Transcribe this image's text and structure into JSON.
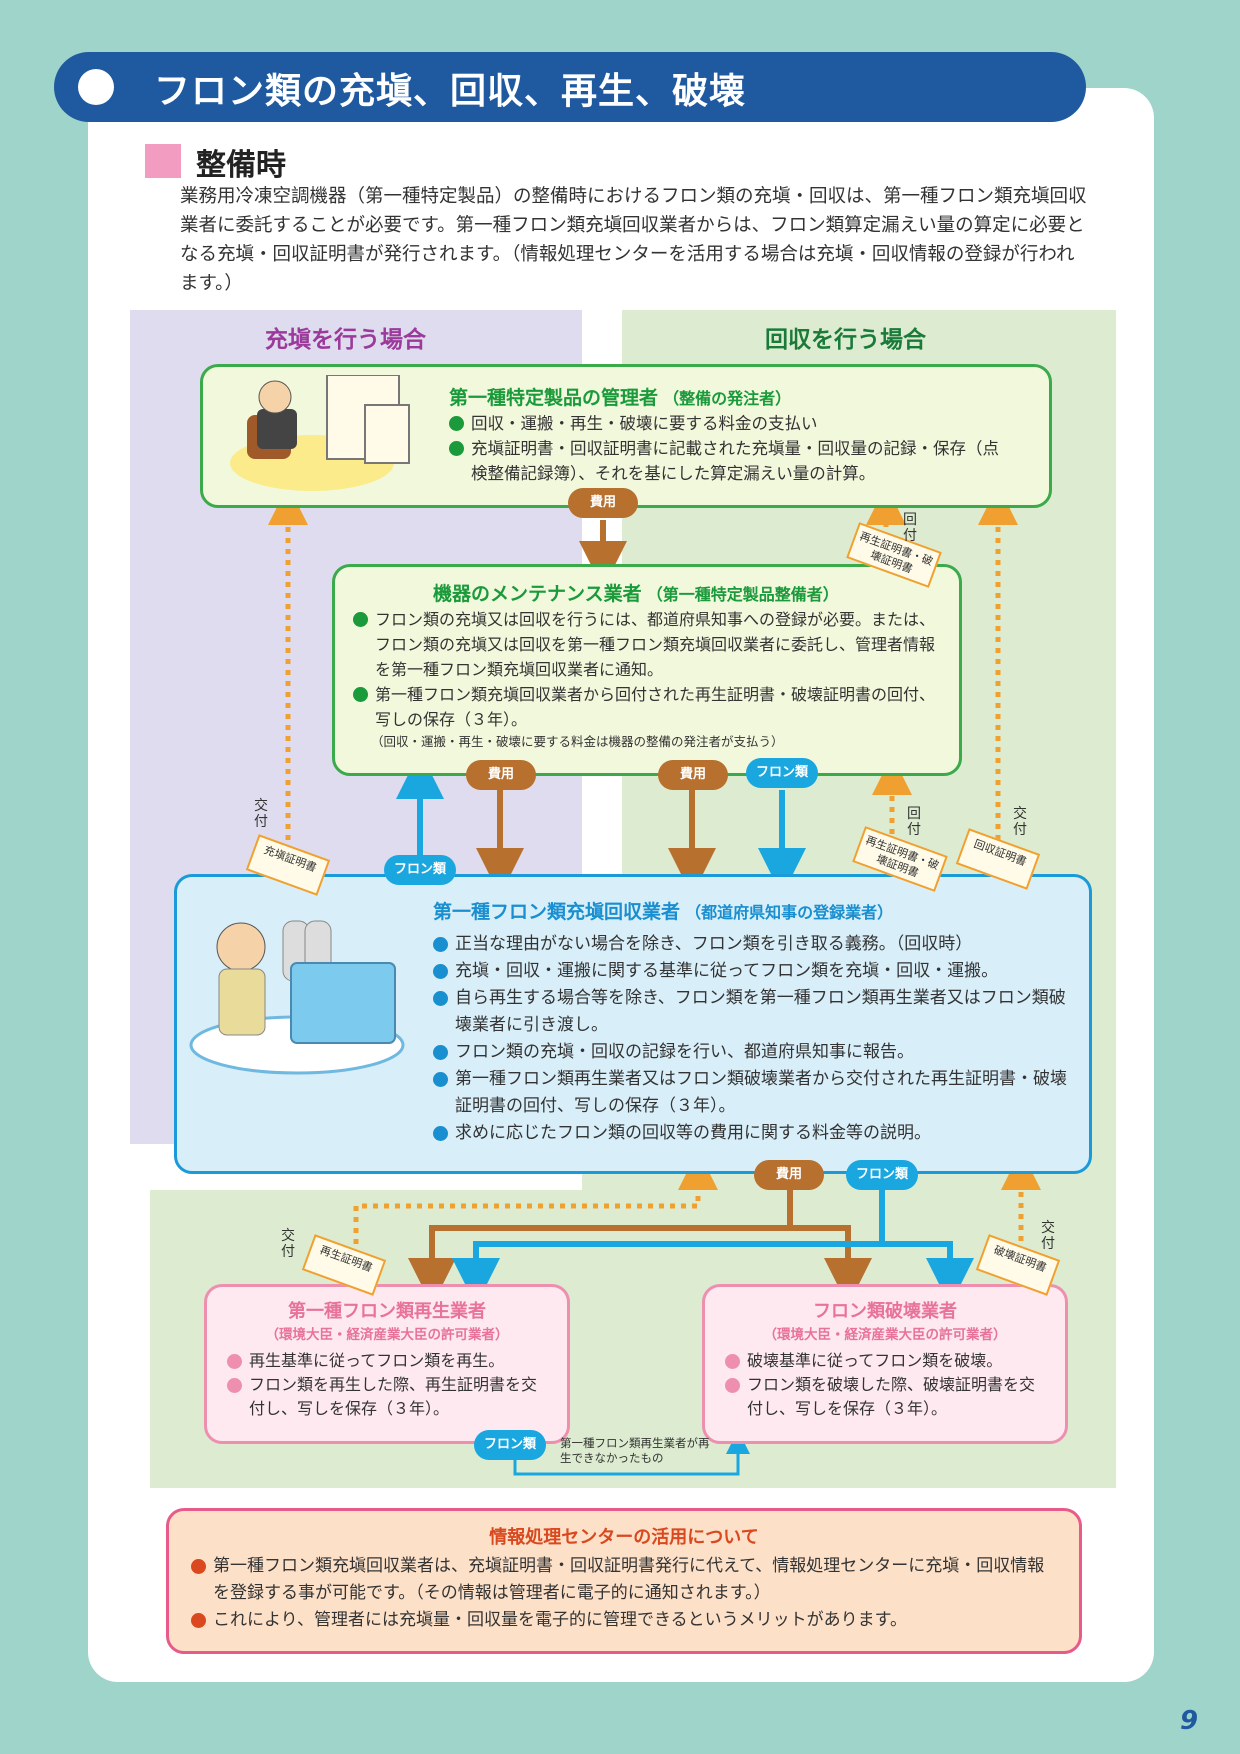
{
  "header": {
    "title": "フロン類の充塡、回収、再生、破壊"
  },
  "section": {
    "title": "整備時",
    "intro": "業務用冷凍空調機器（第一種特定製品）の整備時におけるフロン類の充塡・回収は、第一種フロン類充塡回収業者に委託することが必要です。第一種フロン類充塡回収業者からは、フロン類算定漏えい量の算定に必要となる充塡・回収証明書が発行されます。（情報処理センターを活用する場合は充塡・回収情報の登録が行われます。）"
  },
  "columns": {
    "left": "充塡を行う場合",
    "right": "回収を行う場合"
  },
  "manager": {
    "title": "第一種特定製品の管理者",
    "subtitle": "（整備の発注者）",
    "items": [
      "回収・運搬・再生・破壊に要する料金の支払い",
      "充塡証明書・回収証明書に記載された充塡量・回収量の記録・保存（点検整備記録簿）、それを基にした算定漏えい量の計算。"
    ]
  },
  "maintenance": {
    "title": "機器のメンテナンス業者",
    "subtitle": "（第一種特定製品整備者）",
    "items": [
      "フロン類の充塡又は回収を行うには、都道府県知事への登録が必要。または、フロン類の充塡又は回収を第一種フロン類充塡回収業者に委託し、管理者情報を第一種フロン類充塡回収業者に通知。",
      "第一種フロン類充塡回収業者から回付された再生証明書・破壊証明書の回付、写しの保存（３年）。"
    ],
    "note": "（回収・運搬・再生・破壊に要する料金は機器の整備の発注者が支払う）"
  },
  "recovery": {
    "title": "第一種フロン類充塡回収業者",
    "subtitle": "（都道府県知事の登録業者）",
    "items": [
      "正当な理由がない場合を除き、フロン類を引き取る義務。（回収時）",
      "充塡・回収・運搬に関する基準に従ってフロン類を充塡・回収・運搬。",
      "自ら再生する場合等を除き、フロン類を第一種フロン類再生業者又はフロン類破壊業者に引き渡し。",
      "フロン類の充塡・回収の記録を行い、都道府県知事に報告。",
      "第一種フロン類再生業者又はフロン類破壊業者から交付された再生証明書・破壊証明書の回付、写しの保存（３年）。",
      "求めに応じたフロン類の回収等の費用に関する料金等の説明。"
    ]
  },
  "regen": {
    "title": "第一種フロン類再生業者",
    "subtitle": "（環境大臣・経済産業大臣の許可業者）",
    "items": [
      "再生基準に従ってフロン類を再生。",
      "フロン類を再生した際、再生証明書を交付し、写しを保存（３年）。"
    ]
  },
  "destroy": {
    "title": "フロン類破壊業者",
    "subtitle": "（環境大臣・経済産業大臣の許可業者）",
    "items": [
      "破壊基準に従ってフロン類を破壊。",
      "フロン類を破壊した際、破壊証明書を交付し、写しを保存（３年）。"
    ]
  },
  "labels": {
    "fee": "費用",
    "freon": "フロン類",
    "issue": "交付",
    "forward": "回付",
    "fill_cert": "充塡証明書",
    "recovery_cert": "回収証明書",
    "regen_destroy_cert": "再生証明書・破壊証明書",
    "regen_cert": "再生証明書",
    "destroy_cert": "破壊証明書",
    "unregenerated": "第一種フロン類再生業者が再生できなかったもの"
  },
  "info_center": {
    "title": "情報処理センターの活用について",
    "items": [
      "第一種フロン類充塡回収業者は、充塡証明書・回収証明書発行に代えて、情報処理センターに充塡・回収情報を登録する事が可能です。（その情報は管理者に電子的に通知されます。）",
      "これにより、管理者には充塡量・回収量を電子的に管理できるというメリットがあります。"
    ]
  },
  "page_number": "9",
  "colors": {
    "banner": "#1f5aa0",
    "green": "#1a9a3a",
    "blue": "#1a8fd0",
    "pink": "#e8739a",
    "orange_red": "#d9481e",
    "brown": "#b8702f",
    "cyan": "#1aa7e0",
    "dotted": "#f0a030"
  }
}
